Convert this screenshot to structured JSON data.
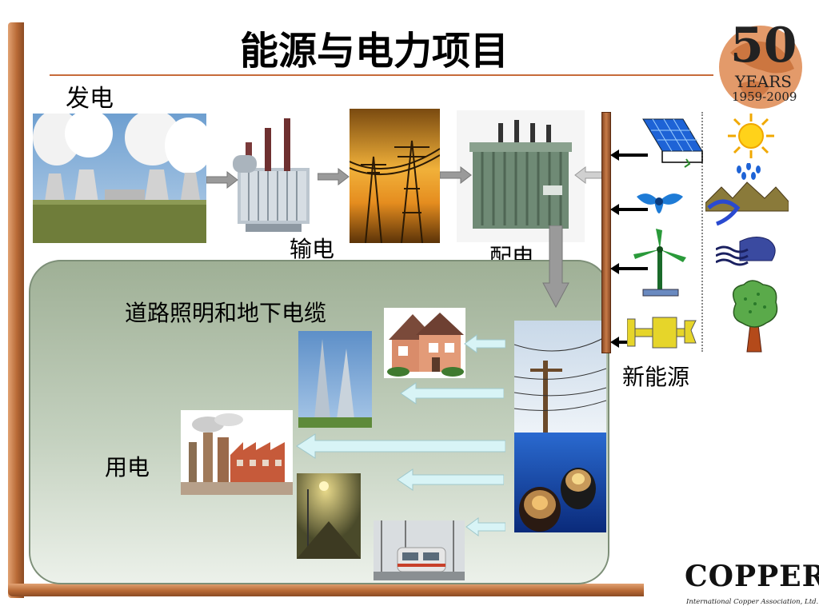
{
  "slide": {
    "title": "能源与电力项目",
    "labels": {
      "generation": "发电",
      "transmission": "输电",
      "distribution": "配电",
      "road_lighting_cables": "道路照明和地下电缆",
      "consumption": "用电",
      "new_energy": "新能源"
    },
    "badge": {
      "number": "50",
      "years": "YEARS",
      "range": "1959-2009"
    },
    "logo": {
      "brand": "COPPER",
      "tagline": "International Copper Association, Ltd."
    }
  },
  "colors": {
    "frame_copper": "#b86a36",
    "panel_green": "#a3b39c",
    "arrow_grey": "#9a9a9a",
    "arrow_cyan": "#d8f4f6",
    "title_rule": "#c76b3a"
  }
}
